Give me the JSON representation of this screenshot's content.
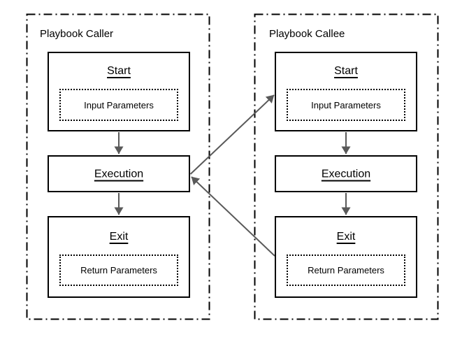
{
  "diagram": {
    "caller": {
      "title": "Playbook Caller",
      "start": {
        "label": "Start",
        "param_label": "Input Parameters"
      },
      "execution": {
        "label": "Execution"
      },
      "exit": {
        "label": "Exit",
        "param_label": "Return Parameters"
      }
    },
    "callee": {
      "title": "Playbook Callee",
      "start": {
        "label": "Start",
        "param_label": "Input Parameters"
      },
      "execution": {
        "label": "Execution"
      },
      "exit": {
        "label": "Exit",
        "param_label": "Return Parameters"
      }
    },
    "connections": [
      {
        "from": "caller-start",
        "to": "caller-execution"
      },
      {
        "from": "caller-execution",
        "to": "caller-exit"
      },
      {
        "from": "callee-start",
        "to": "callee-execution"
      },
      {
        "from": "callee-execution",
        "to": "callee-exit"
      },
      {
        "from": "caller-execution",
        "to": "callee-start"
      },
      {
        "from": "callee-exit",
        "to": "caller-execution"
      }
    ],
    "colors": {
      "background": "#ffffff",
      "box_border": "#000000",
      "container_border": "#000000",
      "arrow": "#595959",
      "text": "#000000"
    }
  }
}
